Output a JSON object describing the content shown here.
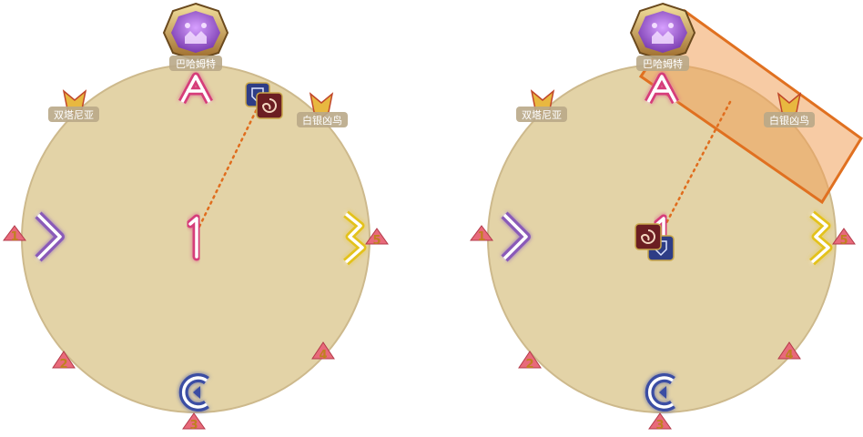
{
  "colors": {
    "arena": "#e3d3a7",
    "arena_edge": "#c7b489",
    "marker_a": "#d63c7a",
    "marker_b": "#e3c21a",
    "marker_c": "#3b4ea3",
    "marker_d": "#8a5ab8",
    "marker_1": "#d63c7a",
    "aoe_fill": "#f0a05a",
    "aoe_edge": "#e07020",
    "tether": "#e06d1e"
  },
  "panels": [
    {
      "boss_name": "巴哈姆特",
      "add_left_name": "双塔尼亚",
      "add_right_name": "白银凶鸟",
      "waymarks": {
        "a": "A",
        "b": "B",
        "c": "C",
        "d": "D",
        "one": "1"
      },
      "numbers": [
        "1",
        "2",
        "3",
        "4",
        "5"
      ],
      "icons": {
        "tank": "tank-shield-icon",
        "dot": "spiral-debuff-icon"
      }
    },
    {
      "boss_name": "巴哈姆特",
      "add_left_name": "双塔尼亚",
      "add_right_name": "白银凶鸟",
      "waymarks": {
        "a": "A",
        "b": "B",
        "c": "C",
        "d": "D",
        "one": "1"
      },
      "numbers": [
        "1",
        "2",
        "3",
        "4",
        "5"
      ],
      "icons": {
        "tank": "tank-shield-icon",
        "dot": "spiral-debuff-icon"
      }
    }
  ]
}
